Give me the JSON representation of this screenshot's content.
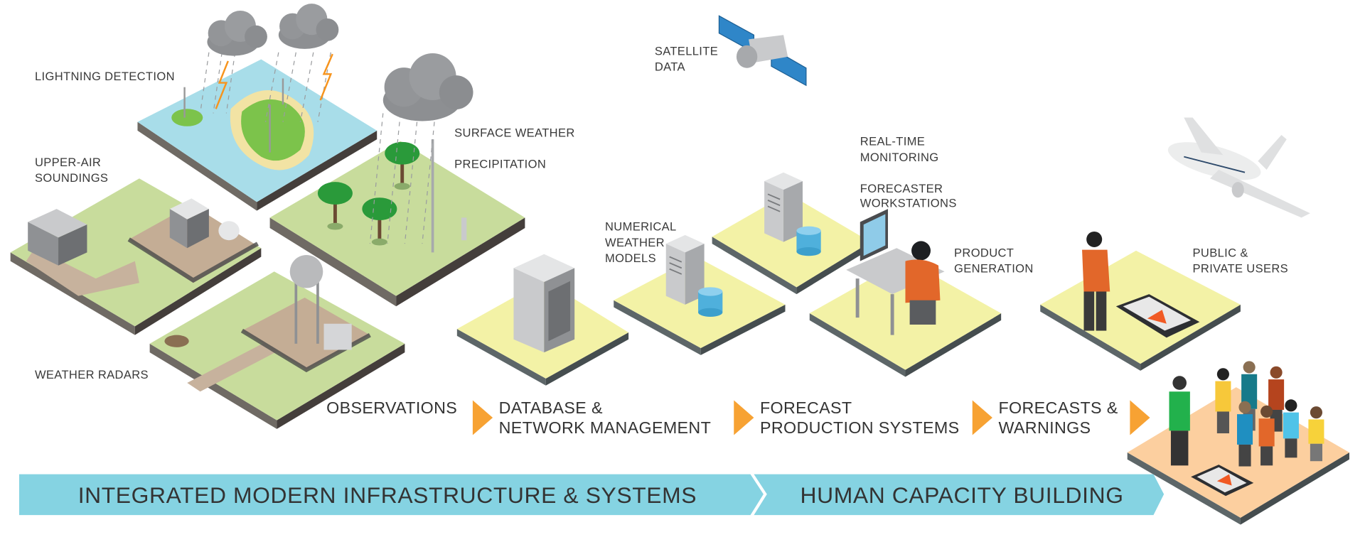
{
  "labels": {
    "lightning": "LIGHTNING DETECTION",
    "upper_air_1": "UPPER-AIR",
    "upper_air_2": "SOUNDINGS",
    "radars": "WEATHER RADARS",
    "satellite_1": "SATELLITE",
    "satellite_2": "DATA",
    "surface": "SURFACE WEATHER",
    "precipitation": "PRECIPITATION",
    "realtime_1": "REAL-TIME",
    "realtime_2": "MONITORING",
    "forecaster_1": "FORECASTER",
    "forecaster_2": "WORKSTATIONS",
    "nwp_1": "NUMERICAL",
    "nwp_2": "WEATHER",
    "nwp_3": "MODELS",
    "product_1": "PRODUCT",
    "product_2": "GENERATION",
    "users_1": "PUBLIC &",
    "users_2": "PRIVATE USERS"
  },
  "flow": [
    {
      "line1": "OBSERVATIONS",
      "line2": ""
    },
    {
      "line1": "DATABASE &",
      "line2": "NETWORK MANAGEMENT"
    },
    {
      "line1": "FORECAST",
      "line2": "PRODUCTION SYSTEMS"
    },
    {
      "line1": "FORECASTS &",
      "line2": "WARNINGS"
    }
  ],
  "banner": {
    "left": "INTEGRATED MODERN INFRASTRUCTURE & SYSTEMS",
    "right": "HUMAN CAPACITY BUILDING"
  },
  "colors": {
    "arrow": "#f7a233",
    "banner": "#85d3e2",
    "grass": "#c8dc9c",
    "tile_yellow": "#f3f2a6",
    "tile_orange": "#fccf9f",
    "water": "#a8dde9"
  }
}
